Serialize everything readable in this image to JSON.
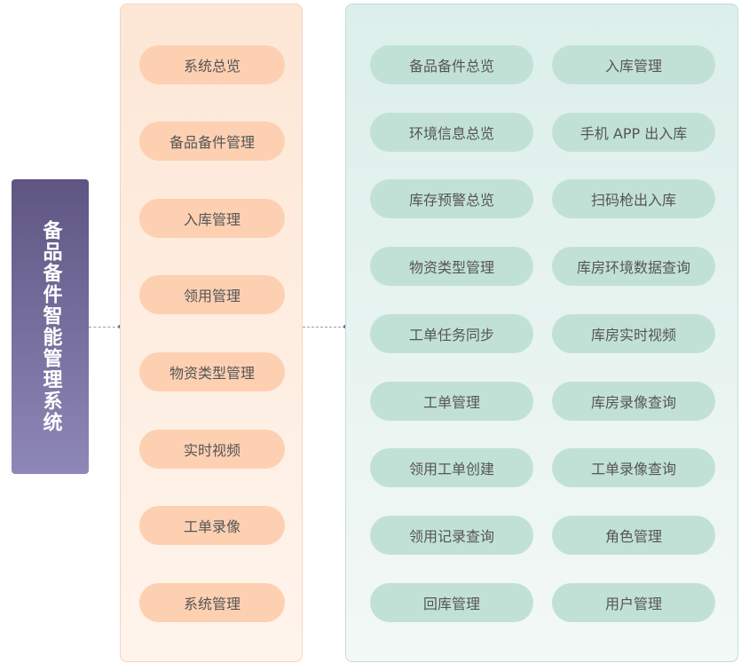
{
  "root": {
    "title": "备品备件智能管理系统"
  },
  "left_panel": {
    "items": [
      "系统总览",
      "备品备件管理",
      "入库管理",
      "领用管理",
      "物资类型管理",
      "实时视频",
      "工单录像",
      "系统管理"
    ]
  },
  "right_panel": {
    "col1": [
      "备品备件总览",
      "环境信息总览",
      "库存预警总览",
      "物资类型管理",
      "工单任务同步",
      "工单管理",
      "领用工单创建",
      "领用记录查询",
      "回库管理"
    ],
    "col2": [
      "入库管理",
      "手机 APP 出入库",
      "扫码枪出入库",
      "库房环境数据查询",
      "库房实时视频",
      "库房录像查询",
      "工单录像查询",
      "角色管理",
      "用户管理"
    ]
  },
  "colors": {
    "root_gradient_top": "#5e5582",
    "root_gradient_bottom": "#8e88b8",
    "left_pill": "#fdd0b2",
    "right_pill": "#c2e1d6",
    "left_panel_bg": "#fde7d6",
    "right_panel_bg": "#dcefea"
  }
}
